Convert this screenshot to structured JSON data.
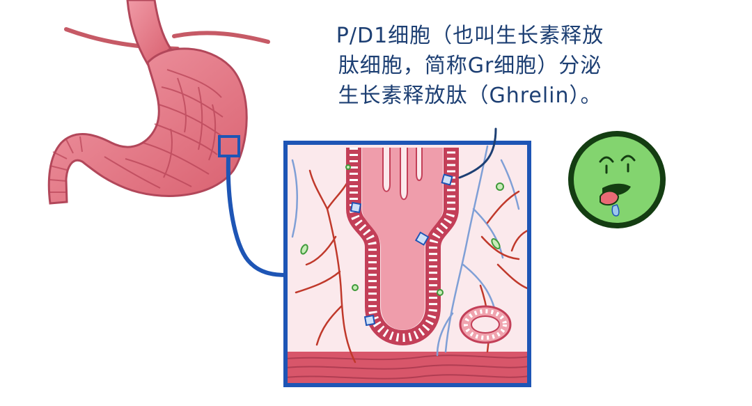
{
  "caption": {
    "line1": "P/D1细胞（也叫生长素释放",
    "line2": "肽细胞，简称Gr细胞）分泌",
    "line3": "生长素释放肽（Ghrelin）。"
  },
  "colors": {
    "frame_blue": "#1e55b5",
    "caption_navy": "#1d3f73",
    "stomach_red": "#e77a88",
    "tissue_pink": "#f9e3e6",
    "vessel_red": "#c0392b",
    "vessel_blue": "#7f9fd6",
    "cell_green": "#7fcf6c",
    "cell_dark_green": "#1f4d1a"
  },
  "icons": {
    "stomach": "stomach-illustration",
    "magnified_region": "gastric-gland-illustration",
    "character": "hungry-green-cell-character"
  }
}
